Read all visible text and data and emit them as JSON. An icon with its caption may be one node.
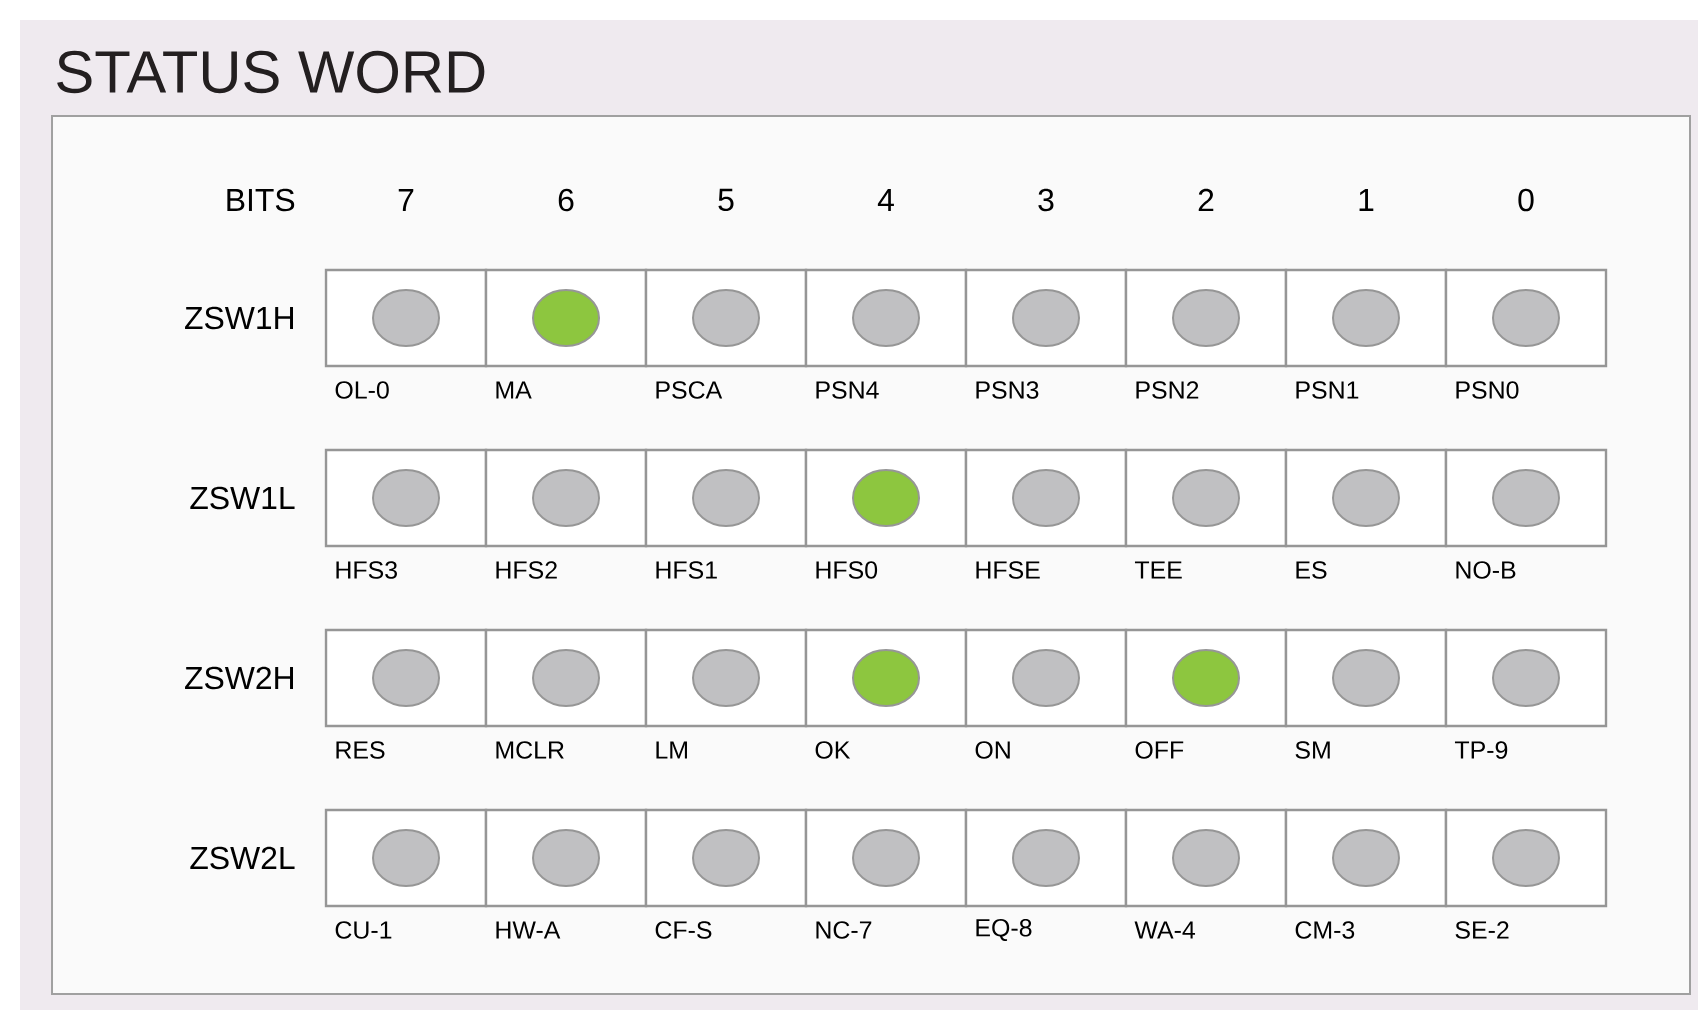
{
  "diagram": {
    "title": "STATUS WORD",
    "nodes": [
      {
        "text": [],
        "shape": "circle"
      },
      {
        "text": [],
        "shape": "circle"
      },
      {
        "text": [],
        "shape": "circle"
      },
      {
        "text": [],
        "shape": "circle"
      },
      {
        "text": [],
        "shape": "circle"
      },
      {
        "text": [],
        "shape": "circle"
      },
      {
        "text": [],
        "shape": "circle"
      },
      {
        "text": [],
        "shape": "circle"
      },
      {
        "text": [],
        "shape": "circle"
      },
      {
        "text": [],
        "shape": "circle"
      },
      {
        "text": [],
        "shape": "circle"
      },
      {
        "text": [],
        "shape": "circle"
      },
      {
        "text": [],
        "shape": "circle"
      },
      {
        "text": [],
        "shape": "circle"
      },
      {
        "text": [],
        "shape": "circle"
      },
      {
        "text": [],
        "shape": "circle"
      },
      {
        "text": [],
        "shape": "circle"
      },
      {
        "text": [],
        "shape": "circle"
      },
      {
        "text": [],
        "shape": "circle"
      },
      {
        "text": [],
        "shape": "circle"
      },
      {
        "text": [],
        "shape": "circle"
      },
      {
        "text": [],
        "shape": "circle"
      },
      {
        "text": [],
        "shape": "circle"
      },
      {
        "text": [],
        "shape": "circle"
      },
      {
        "text": [],
        "shape": "circle"
      },
      {
        "text": [],
        "shape": "circle"
      },
      {
        "text": [],
        "shape": "circle"
      },
      {
        "text": [],
        "shape": "circle"
      },
      {
        "text": [],
        "shape": "circle"
      },
      {
        "text": [],
        "shape": "circle"
      },
      {
        "text": [],
        "shape": "circle"
      },
      {
        "text": [],
        "shape": "circle"
      }
    ],
    "labels": [
      "BITS",
      "7",
      "6",
      "5",
      "4",
      "3",
      "2",
      "1",
      "0",
      "ZSW1H",
      "OL-0",
      "MA",
      "PSCA",
      "PSN4",
      "PSN3",
      "PSN2",
      "PSN1",
      "PSN0",
      "ZSW1L",
      "HFS3",
      "HFS2",
      "HFS1",
      "HFS0",
      "HFSE",
      "TEE",
      "ES",
      "NO-B",
      "ZSW2H",
      "RES",
      "MCLR",
      "LM",
      "OK",
      "ON",
      "OFF",
      "SM",
      "TP-9",
      "ZSW2L",
      "CU-1",
      "HW-A",
      "CF-S",
      "NC-7",
      "EQ-8",
      "WA-4",
      "CM-3",
      "SE-2"
    ]
  }
}
